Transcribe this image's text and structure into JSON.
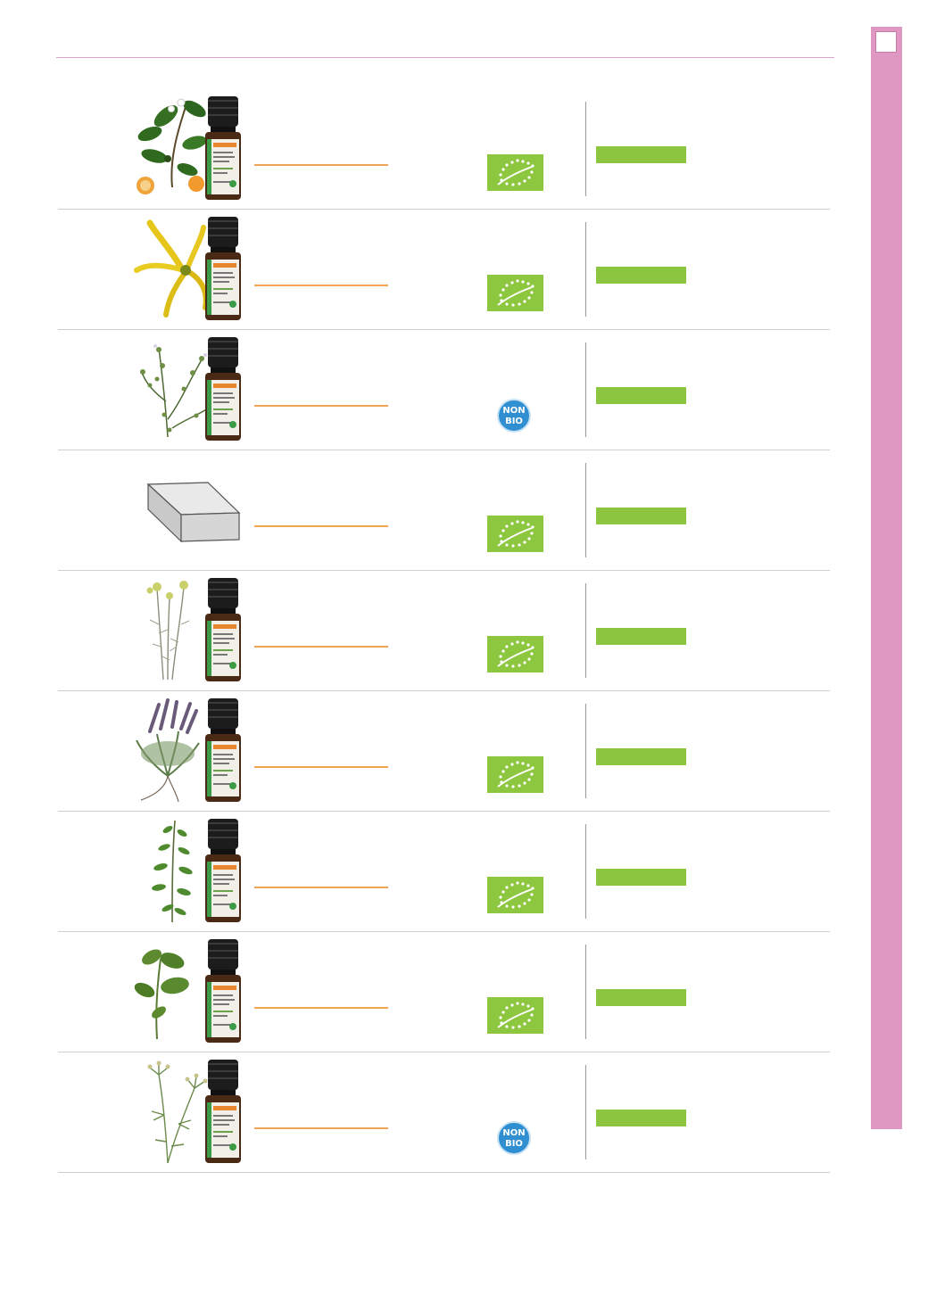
{
  "layout": {
    "side_tab_color": "#df98c1",
    "accent_line_color": "#f0a555",
    "bar_color": "#8cc640"
  },
  "rows": [
    {
      "plant_icon": "bitter-orange-sprig-icon",
      "badge": "eu-organic-leaf"
    },
    {
      "plant_icon": "ylang-ylang-flower-icon",
      "badge": "eu-organic-leaf"
    },
    {
      "plant_icon": "thyme-sprig-icon",
      "badge": "non-bio"
    },
    {
      "plant_icon": "grey-box-placeholder-icon",
      "badge": "eu-organic-leaf"
    },
    {
      "plant_icon": "yarrow-plant-icon",
      "badge": "eu-organic-leaf"
    },
    {
      "plant_icon": "spike-lavender-plant-icon",
      "badge": "eu-organic-leaf"
    },
    {
      "plant_icon": "savory-sprig-icon",
      "badge": "eu-organic-leaf"
    },
    {
      "plant_icon": "basil-leaf-icon",
      "badge": "eu-organic-leaf"
    },
    {
      "plant_icon": "fennel-plant-icon",
      "badge": "non-bio"
    }
  ],
  "badges": {
    "non_bio_line1": "NON",
    "non_bio_line2": "BIO"
  }
}
